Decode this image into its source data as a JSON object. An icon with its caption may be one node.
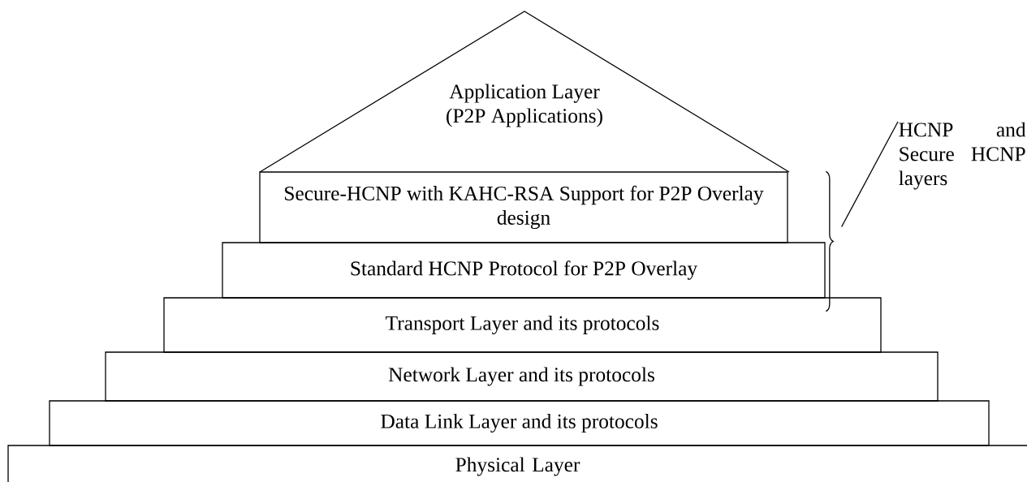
{
  "diagram": {
    "nodes": [
      {
        "text": [
          "Application Layer (P2P Applications)"
        ]
      },
      {
        "text": [
          "Secure-HCNP with KAHC-RSA Support for P2P Overlay design"
        ]
      },
      {
        "text": [
          "Standard HCNP Protocol for P2P Overlay"
        ]
      },
      {
        "text": [
          "Transport Layer and its protocols"
        ]
      },
      {
        "text": [
          "Network Layer and its protocols"
        ]
      },
      {
        "text": [
          "Data Link Layer and its protocols"
        ]
      },
      {
        "text": [
          "Physical Layer"
        ]
      },
      {
        "text": [
          "HCNP and Secure HCNP layers"
        ]
      },
      {
        "text": [],
        "shape": "brace"
      }
    ],
    "edges": [
      {
        "from": 7,
        "to": 8,
        "arrow": "none"
      }
    ]
  }
}
